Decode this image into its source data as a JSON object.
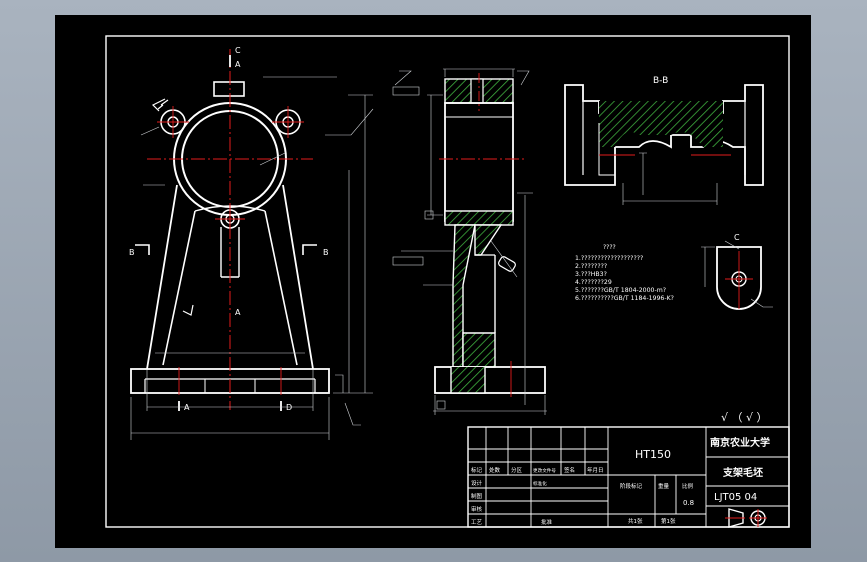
{
  "sheet": {
    "section_label": "B-B",
    "view_label_a": "A",
    "view_label_b": "B",
    "view_label_c": "C",
    "view_label_d": "D",
    "roughness_note": "√ （ √ ）"
  },
  "tech_notes": {
    "title": "????",
    "lines": [
      "1.???????????????????",
      "2.????????",
      "3.???HB3?",
      "4.???????29",
      "5.???????GB/T 1804-2000-m?",
      "6.??????????GB/T 1184-1996-K?"
    ]
  },
  "title_block": {
    "material": "HT150",
    "organization": "南京农业大学",
    "part_name": "支架毛坯",
    "drawing_number": "LJT05 04",
    "headers": [
      "标记",
      "处数",
      "分区",
      "更改文件号",
      "签名",
      "年月日"
    ],
    "row_labels": [
      "设计",
      "制图",
      "审核",
      "工艺"
    ],
    "stage_label": "阶段标记",
    "weight_label": "重量",
    "scale_label": "比例",
    "scale_value": "0.8",
    "total_sheets": "共1张",
    "sheet_number": "第1张",
    "approve_label": "批准",
    "standardize_label": "标准化"
  }
}
